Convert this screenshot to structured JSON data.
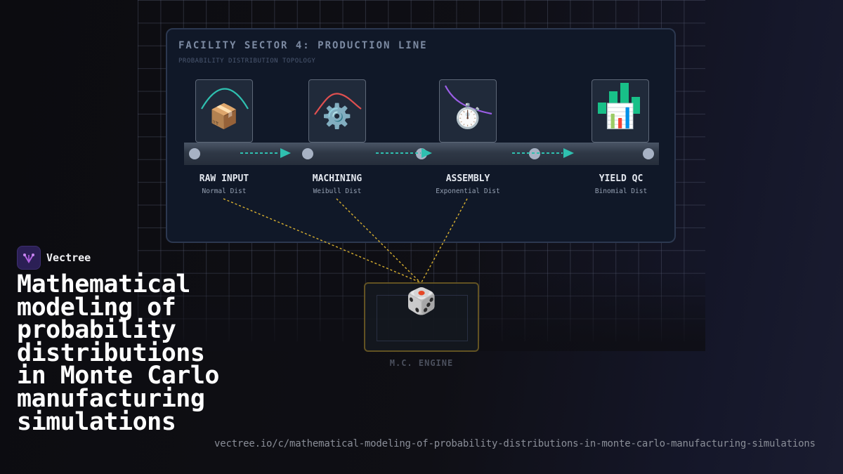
{
  "panel": {
    "title": "FACILITY SECTOR 4: PRODUCTION LINE",
    "subtitle": "PROBABILITY DISTRIBUTION TOPOLOGY"
  },
  "stations": [
    {
      "name": "RAW INPUT",
      "distribution": "Normal Dist",
      "icon": "package-icon",
      "glyph": "📦",
      "curve_color": "#2fc0b0"
    },
    {
      "name": "MACHINING",
      "distribution": "Weibull Dist",
      "icon": "gear-icon",
      "glyph": "⚙️",
      "curve_color": "#e05050"
    },
    {
      "name": "ASSEMBLY",
      "distribution": "Exponential Dist",
      "icon": "stopwatch-icon",
      "glyph": "⏱️",
      "curve_color": "#9b5ee6"
    },
    {
      "name": "YIELD QC",
      "distribution": "Binomial Dist",
      "icon": "bar-chart-icon",
      "glyph": "📊",
      "curve_color": "#18c088"
    }
  ],
  "engine": {
    "label": "M.C. ENGINE",
    "sublabel": "",
    "icon": "dice-icon",
    "glyph": "🎲",
    "link_color": "#d8b030"
  },
  "brand": {
    "name": "Vectree",
    "logo_icon": "vectree-logo-icon",
    "logo_color": "#b060e0"
  },
  "headline": "Mathematical modeling of probability distributions in Monte Carlo manufacturing simulations",
  "url": "vectree.io/c/mathematical-modeling-of-probability-distributions-in-monte-carlo-manufacturing-simulations",
  "colors": {
    "belt_arrow": "#2fc0b0",
    "panel_border": "#2c3850"
  }
}
